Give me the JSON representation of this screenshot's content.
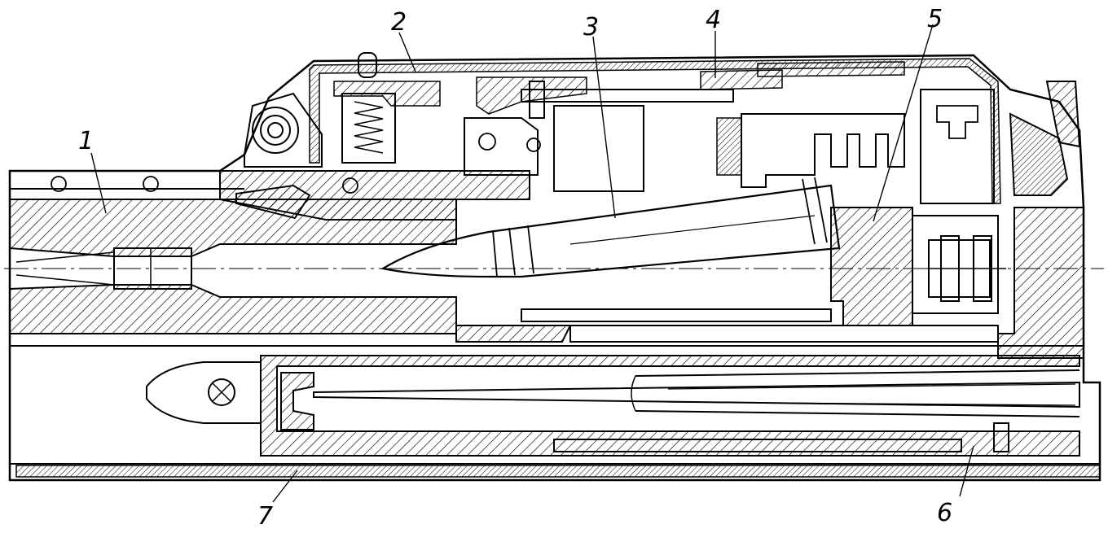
{
  "diagram": {
    "kind": "technical cross-section drawing",
    "line_color": "#000000",
    "background": "#ffffff",
    "callouts": [
      {
        "id": "c1",
        "label": "1"
      },
      {
        "id": "c2",
        "label": "2"
      },
      {
        "id": "c3",
        "label": "3"
      },
      {
        "id": "c4",
        "label": "4"
      },
      {
        "id": "c5",
        "label": "5"
      },
      {
        "id": "c6",
        "label": "6"
      },
      {
        "id": "c7",
        "label": "7"
      }
    ]
  }
}
